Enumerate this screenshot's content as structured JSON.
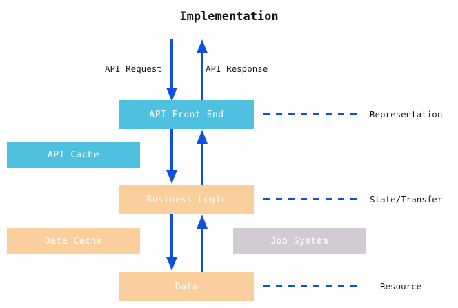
{
  "diagram": {
    "title": "Implementation",
    "colors": {
      "cyan": "#4fc1e0",
      "peach": "#fbce9d",
      "gray": "#d0ccd2",
      "arrow_blue": "#1050e0",
      "text_dark": "#1a1a1a",
      "box_label": "#ffffff",
      "background": "#ffffff"
    },
    "nodes": {
      "api_front_end": "API Front-End",
      "api_cache": "API Cache",
      "business_logic": "Business Logic",
      "data_cache": "Data Cache",
      "job_system": "Job System",
      "data": "Data"
    },
    "edge_labels": {
      "api_request": "API Request",
      "api_response": "API Response"
    },
    "side_labels": {
      "representation": "Representation",
      "state_transfer": "State/Transfer",
      "resource": "Resource"
    }
  }
}
